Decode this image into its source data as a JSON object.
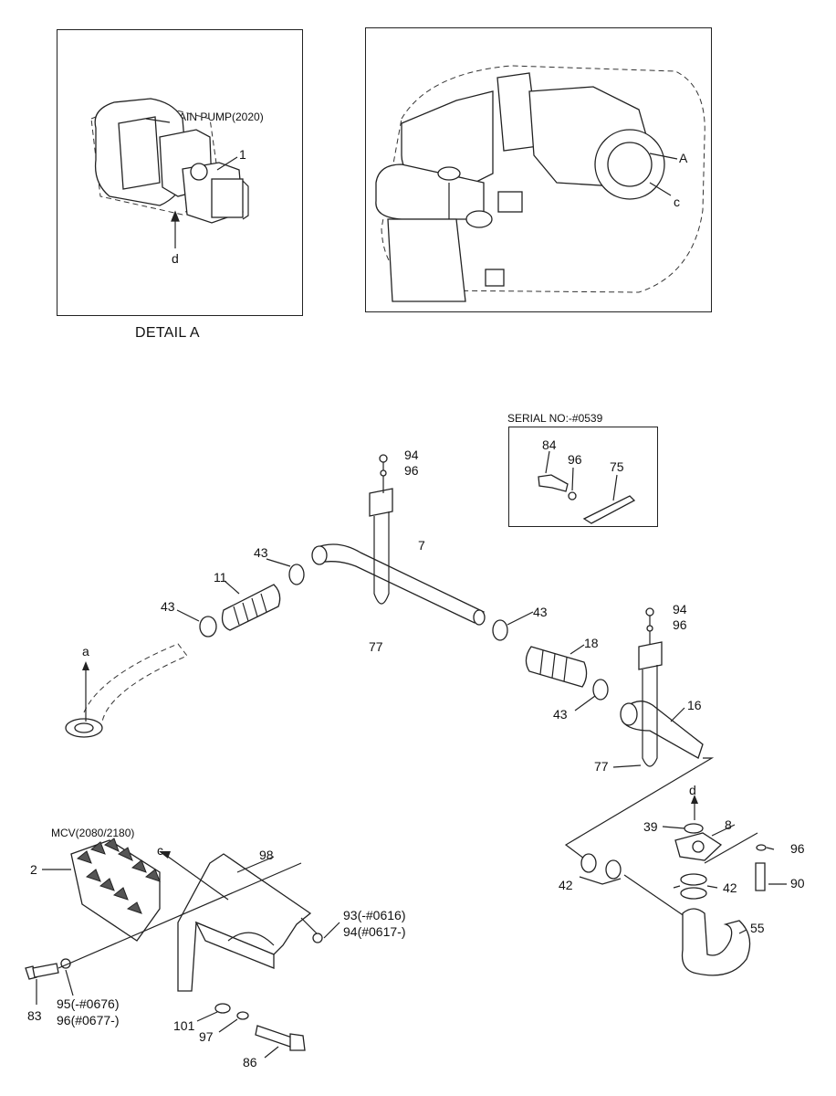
{
  "detail_a": {
    "caption": "DETAIL A",
    "pump_label": "MAIN PUMP(2020)",
    "callout_1": "1",
    "callout_d": "d"
  },
  "machine_view": {
    "callout_A": "A",
    "callout_a": "a",
    "callout_c": "c"
  },
  "serial_box": {
    "title": "SERIAL NO:-#0539",
    "callout_84": "84",
    "callout_96": "96",
    "callout_75": "75"
  },
  "labels": {
    "l94_top": "94",
    "l96_top": "96",
    "l7": "7",
    "l43_a": "43",
    "l11": "11",
    "l43_b": "43",
    "l77_a": "77",
    "l43_c": "43",
    "l94_right": "94",
    "l96_right": "96",
    "l18": "18",
    "l43_d": "43",
    "l16": "16",
    "l77_b": "77",
    "la_arrow": "a",
    "ld_arrow": "d",
    "l39": "39",
    "l8": "8",
    "l96_bolt": "96",
    "l42_left": "42",
    "l42_right": "42",
    "l90": "90",
    "l55": "55",
    "mcv": "MCV(2080/2180)",
    "l2": "2",
    "lc_arrow": "c",
    "l98": "98",
    "l93": "93(-#0616)",
    "l94_nut": "94(#0617-)",
    "l83": "83",
    "l95": "95(-#0676)",
    "l96_washer": "96(#0677-)",
    "l101": "101",
    "l97": "97",
    "l86": "86"
  }
}
